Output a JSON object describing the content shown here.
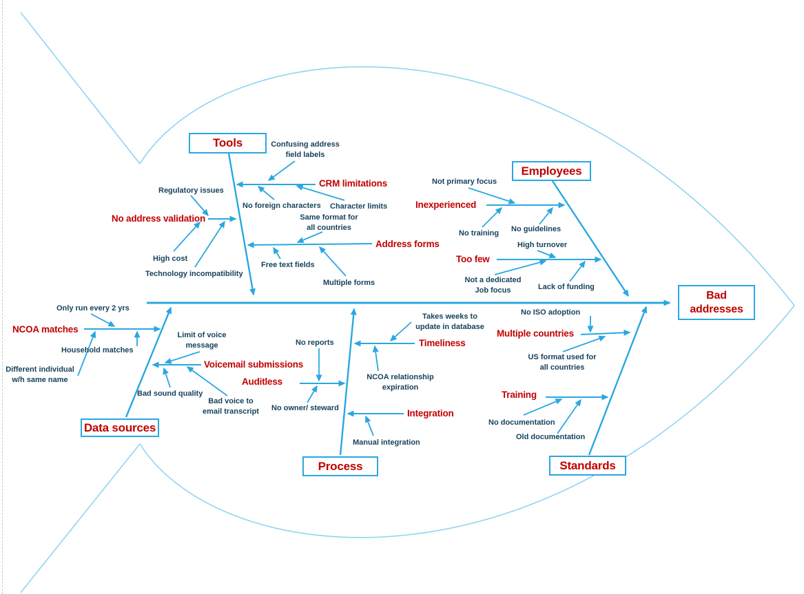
{
  "diagram": {
    "type": "fishbone",
    "effect": "Bad\naddresses",
    "categories": {
      "tools": "Tools",
      "employees": "Employees",
      "data_sources": "Data sources",
      "process": "Process",
      "standards": "Standards"
    },
    "causes": {
      "no_validation": "No address validation",
      "crm": "CRM limitations",
      "address_forms": "Address forms",
      "inexperienced": "Inexperienced",
      "too_few": "Too few",
      "ncoa": "NCOA matches",
      "voicemail": "Voicemail submissions",
      "auditless": "Auditless",
      "timeliness": "Timeliness",
      "integration": "Integration",
      "multiple_countries": "Multiple countries",
      "training": "Training"
    },
    "leaves": {
      "confusing": "Confusing address\nfield labels",
      "regulatory": "Regulatory issues",
      "no_foreign": "No foreign characters",
      "char_limits": "Character limits",
      "high_cost": "High cost",
      "tech_incompat": "Technology incompatibility",
      "same_format": "Same format for\nall countries",
      "free_text": "Free text fields",
      "multiple_forms": "Multiple forms",
      "not_primary": "Not primary focus",
      "no_training": "No training",
      "no_guidelines": "No guidelines",
      "high_turnover": "High turnover",
      "not_dedicated": "Not a dedicated\nJob focus",
      "lack_funding": "Lack of funding",
      "only_run": "Only run every 2 yrs",
      "household": "Household matches",
      "different_ind": "Different individual\nw/h same name",
      "limit_voice": "Limit of voice\nmessage",
      "bad_sound": "Bad sound quality",
      "bad_voice": "Bad voice to\nemail transcript",
      "no_reports": "No reports",
      "no_owner": "No owner/ steward",
      "takes_weeks": "Takes weeks to\nupdate in database",
      "ncoa_rel": "NCOA relationship\nexpiration",
      "manual_integration": "Manual integration",
      "no_iso": "No ISO adoption",
      "us_format": "US format used for\nall countries",
      "no_doc": "No documentation",
      "old_doc": "Old documentation"
    },
    "colors": {
      "bone_blue": "#29a7e0",
      "fish_outline_blue": "#8fd4f1",
      "cause_red": "#c10000",
      "leaf_text": "#16425c",
      "background": "#ffffff"
    }
  }
}
